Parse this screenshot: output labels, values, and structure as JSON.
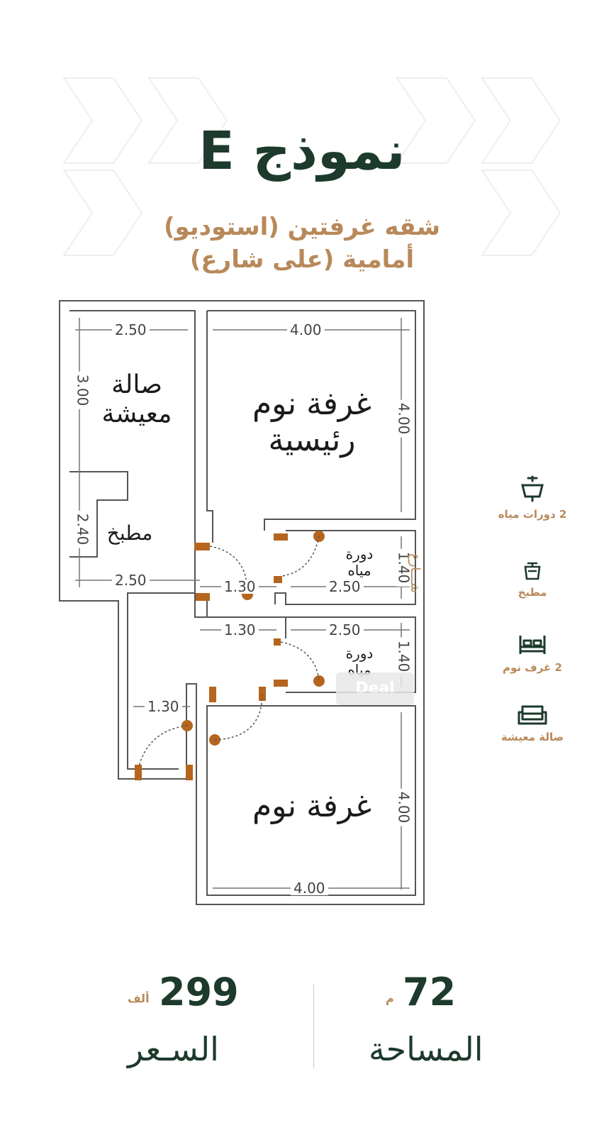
{
  "header": {
    "title": "نموذج E",
    "subtitle_line1": "شقه غرفتين (استوديو)",
    "subtitle_line2": "أمامية (على شارع)"
  },
  "rooms": {
    "living_room": "صالة\nمعيشة",
    "master_bedroom": "غرفة نوم\nرئيسية",
    "kitchen": "مطبخ",
    "bathroom_1": "دورة\nمياه",
    "bathroom_2": "دورة\nمياه",
    "bedroom": "غرفة نوم"
  },
  "dimensions": {
    "living_width": "2.50",
    "master_width": "4.00",
    "living_height": "3.00",
    "master_height": "4.00",
    "kitchen_height": "2.40",
    "kitchen_width": "2.50",
    "hall_width_1": "1.30",
    "bath1_width": "2.50",
    "bath1_height": "1.40",
    "hall_width_2": "1.30",
    "bath2_width": "2.50",
    "bath2_height": "1.40",
    "entry_width": "1.30",
    "bedroom_height": "4.00",
    "bedroom_width": "4.00"
  },
  "street_label": "شـــارع",
  "features": [
    {
      "label": "2 دورات مياه",
      "icon": "sink-icon"
    },
    {
      "label": "مطبخ",
      "icon": "cooking-pot-icon"
    },
    {
      "label": "2 غرف نوم",
      "icon": "bed-icon"
    },
    {
      "label": "صالة معيشة",
      "icon": "sofa-icon"
    }
  ],
  "stats": {
    "area_value": "72",
    "area_unit": "م",
    "area_label": "المساحة",
    "price_value": "299",
    "price_unit": "ألف",
    "price_label": "السـعر"
  },
  "watermark": "Deal",
  "colors": {
    "primary": "#1d3a2c",
    "accent": "#b8895a",
    "door": "#b5651d",
    "wall": "#555555"
  }
}
